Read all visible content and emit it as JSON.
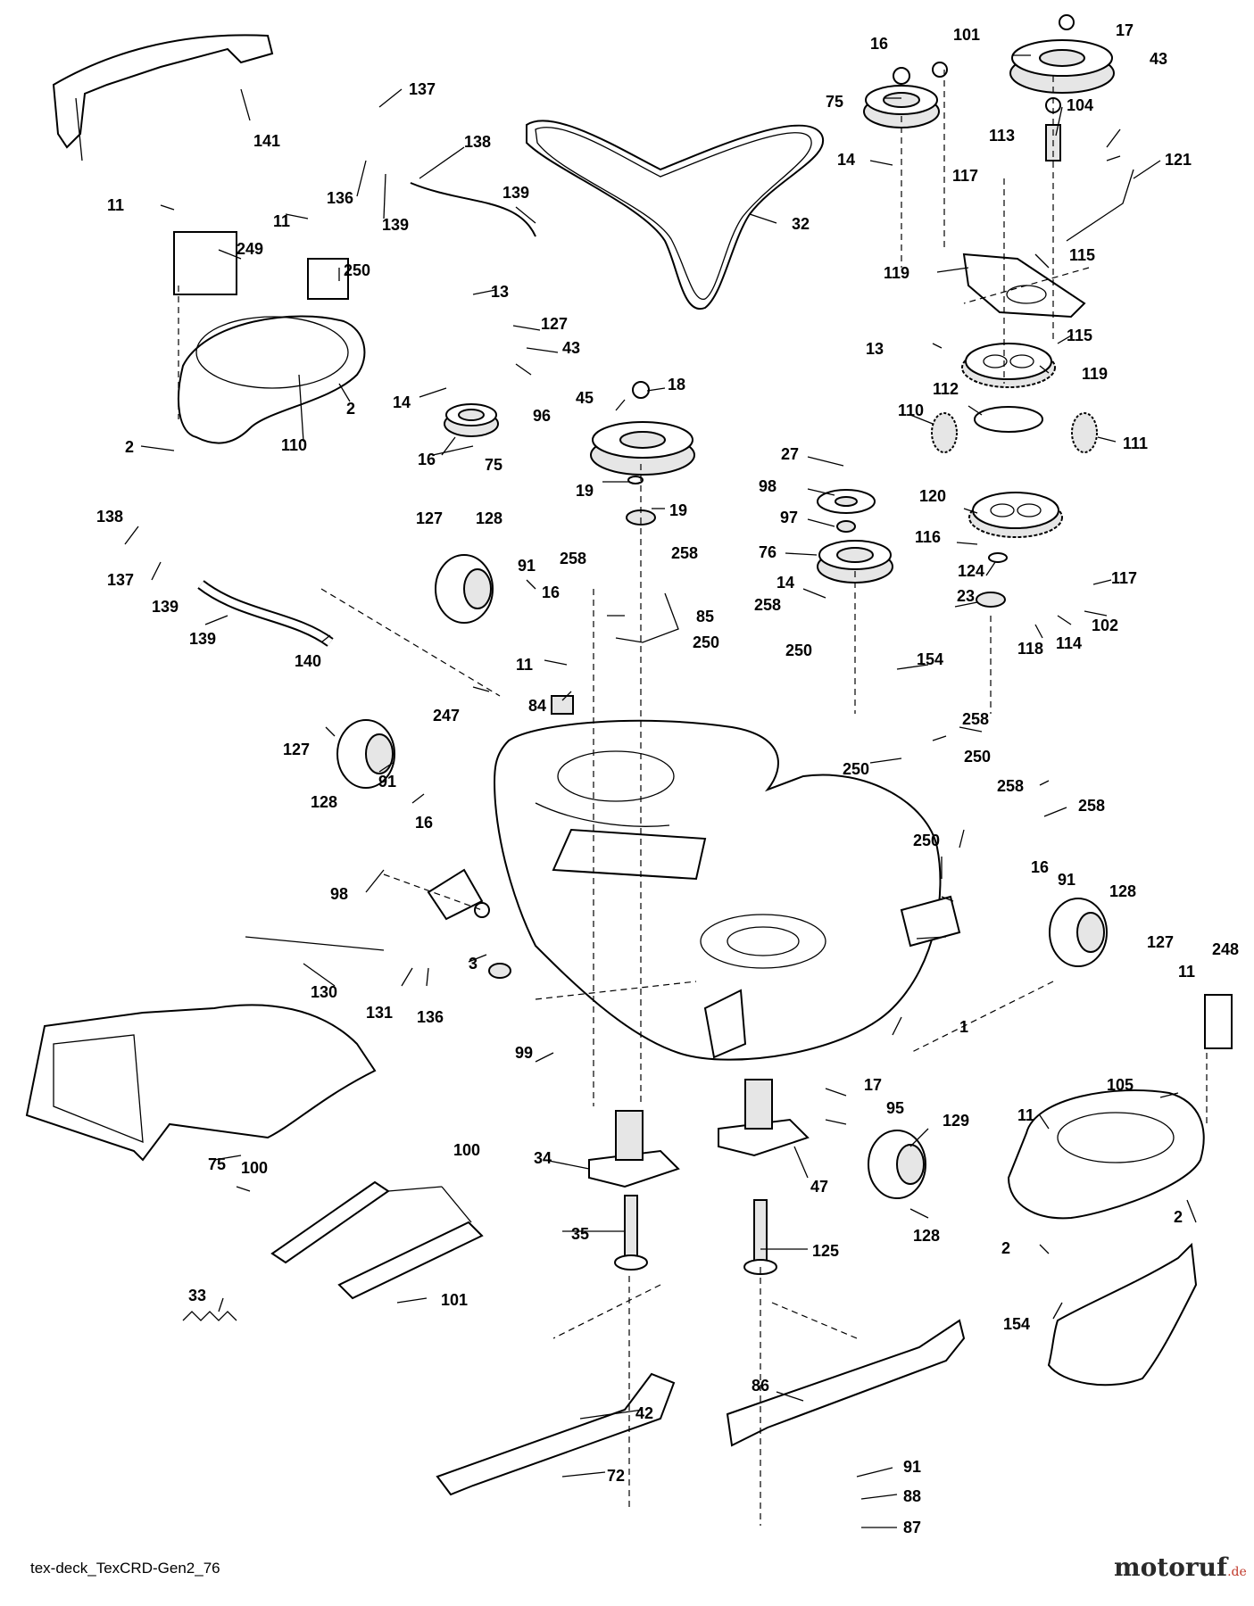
{
  "diagram": {
    "footer_id": "tex-deck_TexCRD-Gen2_76",
    "brand_main": "motoruf",
    "brand_tld": ".de",
    "labels": [
      "1",
      "2",
      "2",
      "2",
      "2",
      "3",
      "11",
      "11",
      "11",
      "11",
      "11",
      "13",
      "13",
      "14",
      "14",
      "14",
      "16",
      "16",
      "16",
      "16",
      "16",
      "17",
      "17",
      "18",
      "19",
      "19",
      "23",
      "27",
      "32",
      "33",
      "34",
      "35",
      "42",
      "43",
      "43",
      "45",
      "47",
      "72",
      "75",
      "75",
      "75",
      "76",
      "84",
      "85",
      "86",
      "87",
      "88",
      "91",
      "91",
      "91",
      "91",
      "95",
      "96",
      "97",
      "98",
      "98",
      "99",
      "100",
      "100",
      "101",
      "101",
      "102",
      "104",
      "105",
      "110",
      "110",
      "111",
      "112",
      "113",
      "114",
      "115",
      "115",
      "116",
      "117",
      "117",
      "118",
      "119",
      "119",
      "120",
      "121",
      "124",
      "125",
      "127",
      "127",
      "127",
      "127",
      "128",
      "128",
      "128",
      "128",
      "129",
      "130",
      "131",
      "136",
      "136",
      "137",
      "137",
      "138",
      "138",
      "139",
      "139",
      "139",
      "139",
      "140",
      "141",
      "154",
      "154",
      "247",
      "248",
      "249",
      "250",
      "250",
      "250",
      "250",
      "250",
      "250",
      "258",
      "258",
      "258",
      "258",
      "258",
      "258"
    ]
  }
}
